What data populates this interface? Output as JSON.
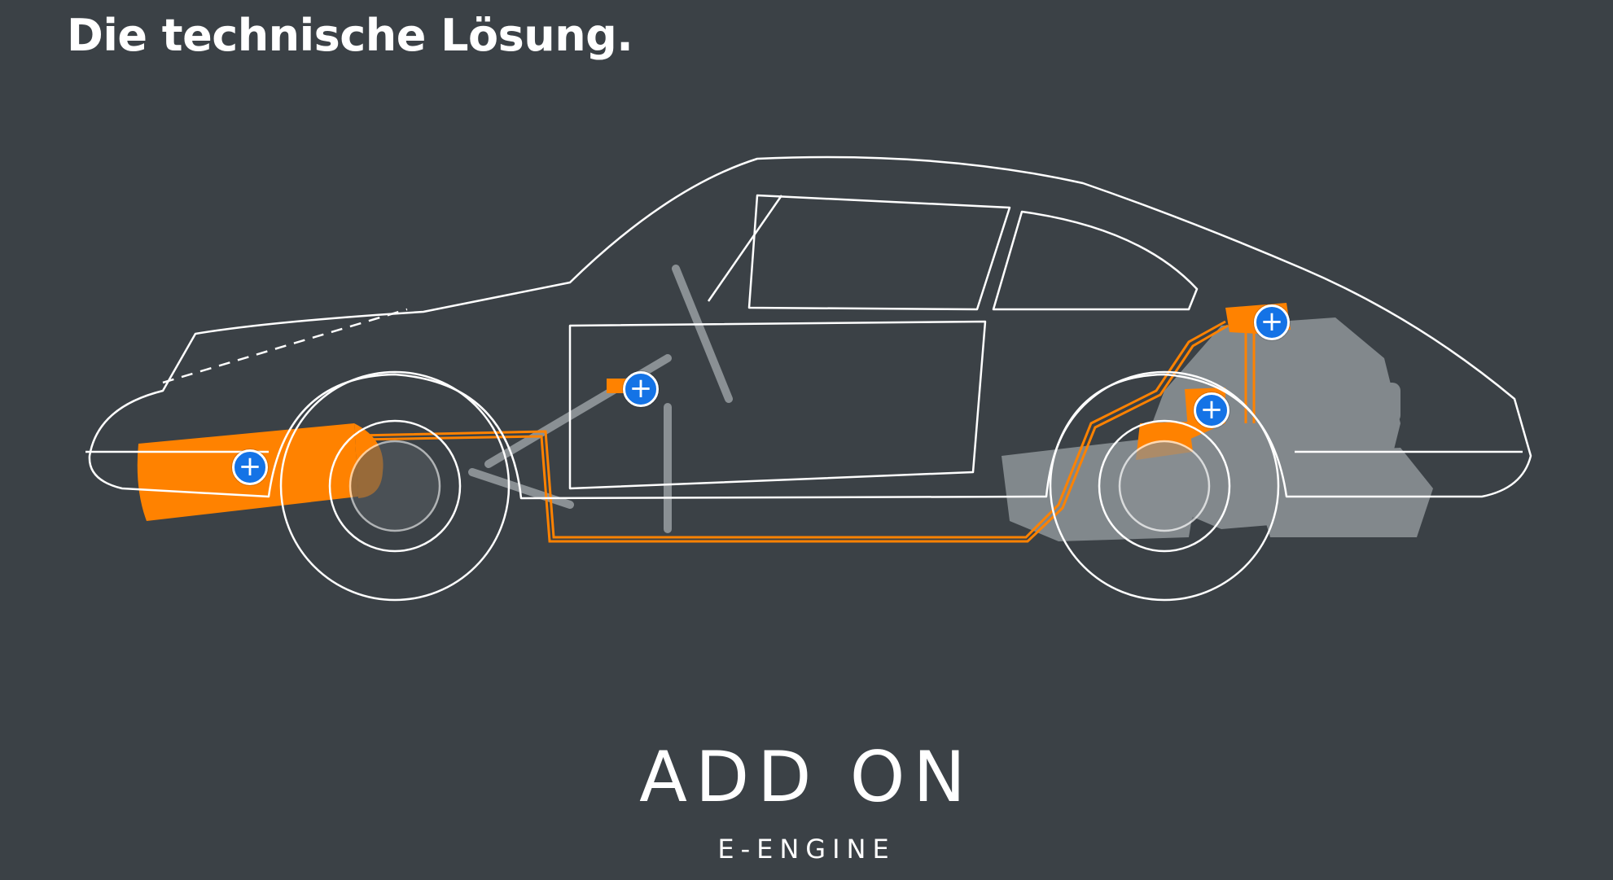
{
  "header": {
    "title": "Die technische Lösung."
  },
  "hotspots": [
    {
      "id": "front",
      "label": "+"
    },
    {
      "id": "cabin",
      "label": "+"
    },
    {
      "id": "rear-upper",
      "label": "+"
    },
    {
      "id": "rear-lower",
      "label": "+"
    }
  ],
  "logo": {
    "main": "ADD ON",
    "sub": "E-ENGINE"
  },
  "colors": {
    "background": "#3b4146",
    "outline": "#ffffff",
    "highlight": "#ff8200",
    "hotspot": "#1473e6",
    "parts": "#8a9094"
  }
}
